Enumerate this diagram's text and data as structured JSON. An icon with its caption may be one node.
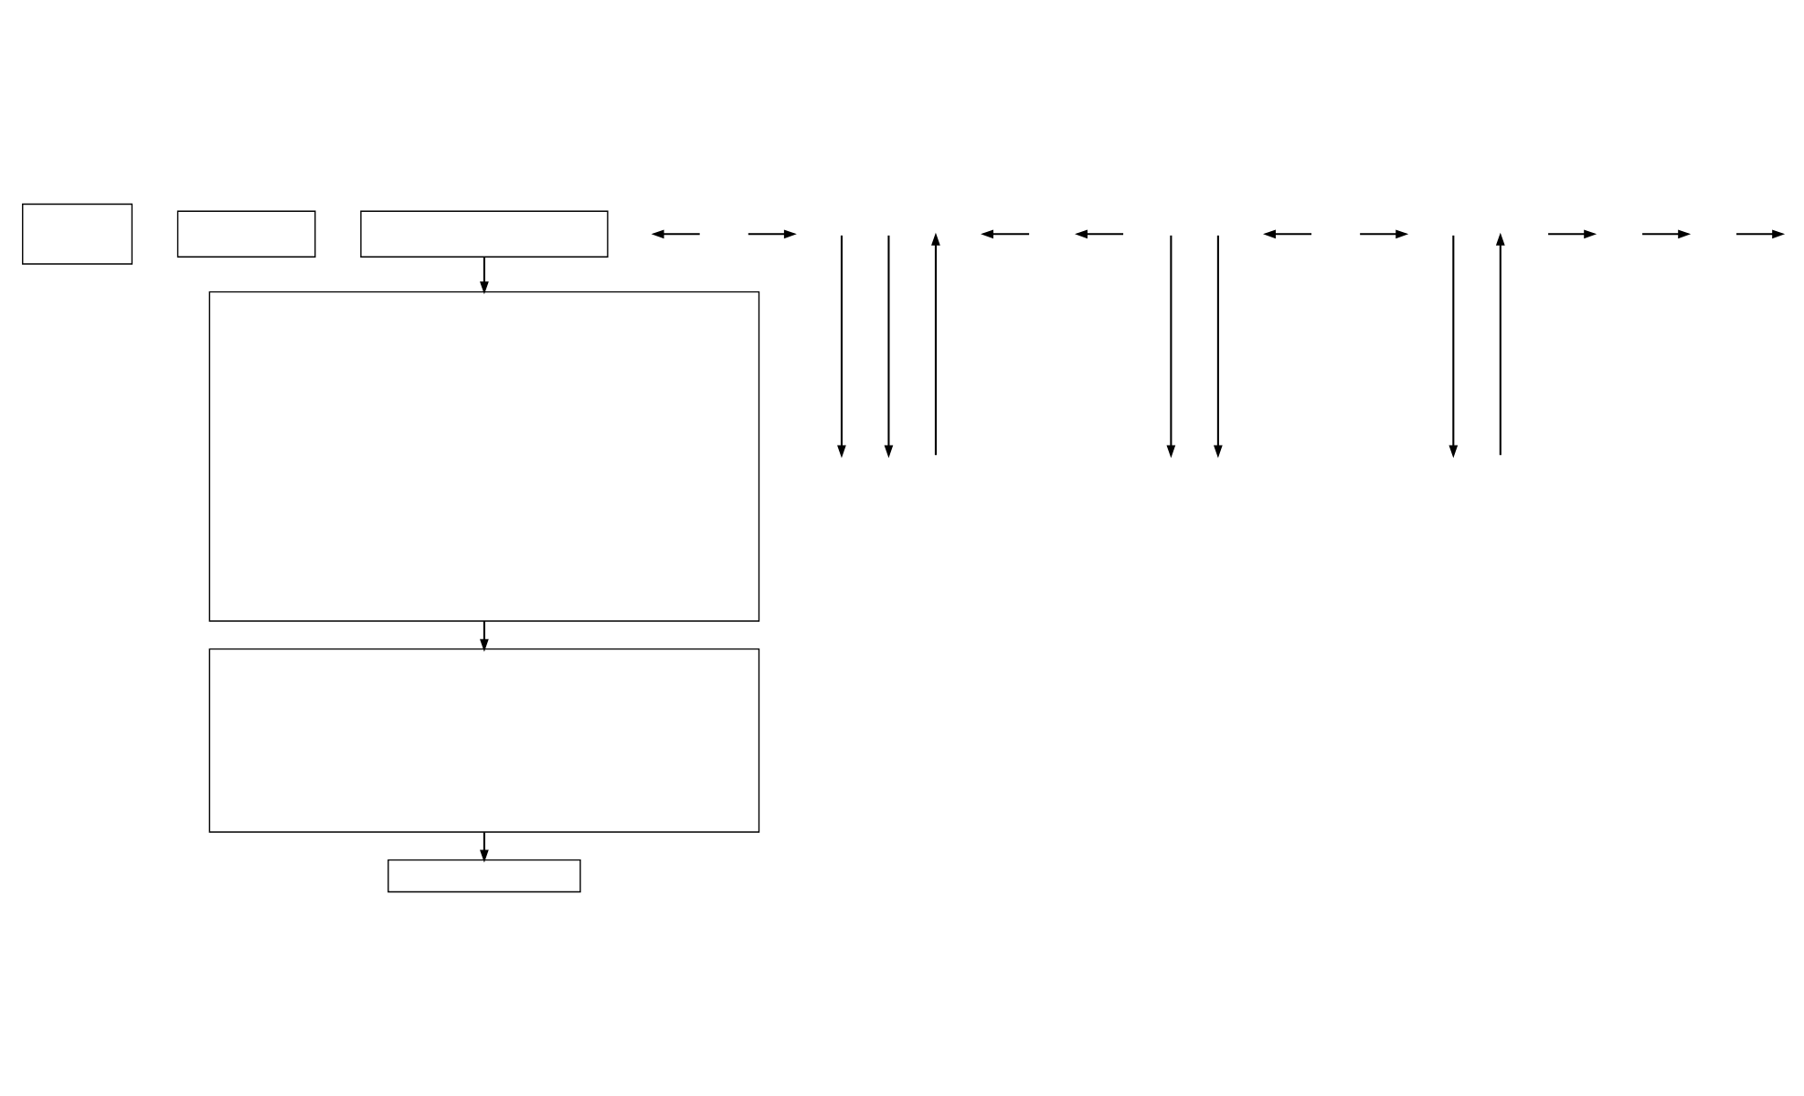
{
  "diagram": {
    "nodes": [
      {
        "text": [],
        "shape": "box"
      },
      {
        "text": [],
        "shape": "box"
      },
      {
        "text": [],
        "shape": "box"
      },
      {
        "text": [],
        "shape": "box"
      },
      {
        "text": [],
        "shape": "box"
      },
      {
        "text": [],
        "shape": "box"
      }
    ],
    "edges": [
      {
        "from": 2,
        "to": 3,
        "arrow": "to"
      },
      {
        "from": 3,
        "to": 4,
        "arrow": "to"
      },
      {
        "from": 4,
        "to": 5,
        "arrow": "to"
      }
    ]
  }
}
